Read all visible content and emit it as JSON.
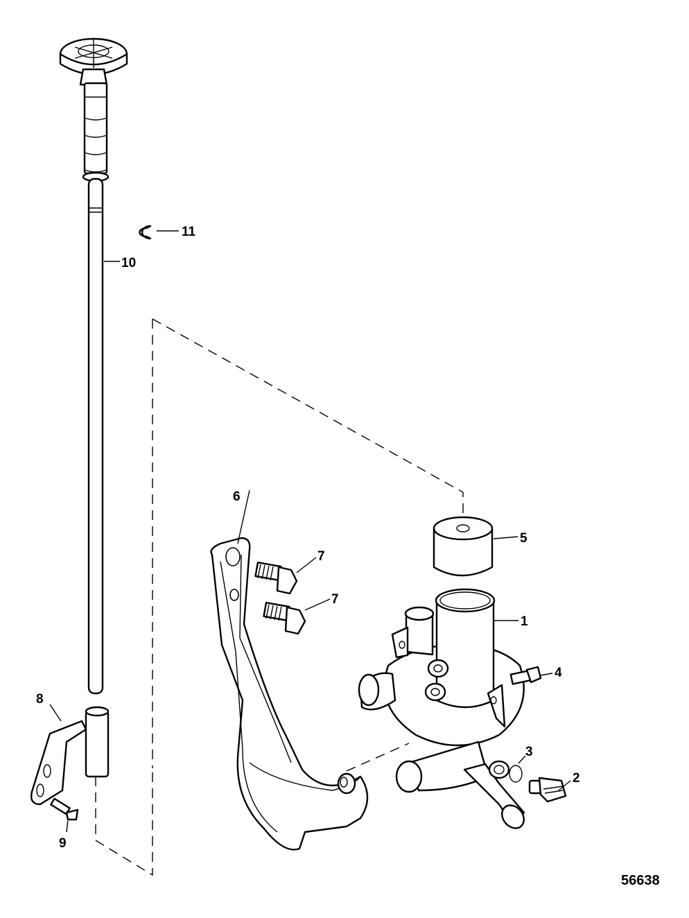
{
  "figure": {
    "id_label": "56638"
  },
  "callouts": [
    {
      "id": "1",
      "label": "1"
    },
    {
      "id": "2",
      "label": "2"
    },
    {
      "id": "3",
      "label": "3"
    },
    {
      "id": "4",
      "label": "4"
    },
    {
      "id": "5",
      "label": "5"
    },
    {
      "id": "6",
      "label": "6"
    },
    {
      "id": "7a",
      "label": "7"
    },
    {
      "id": "7b",
      "label": "7"
    },
    {
      "id": "8",
      "label": "8"
    },
    {
      "id": "9",
      "label": "9"
    },
    {
      "id": "10",
      "label": "10"
    },
    {
      "id": "11",
      "label": "11"
    }
  ]
}
